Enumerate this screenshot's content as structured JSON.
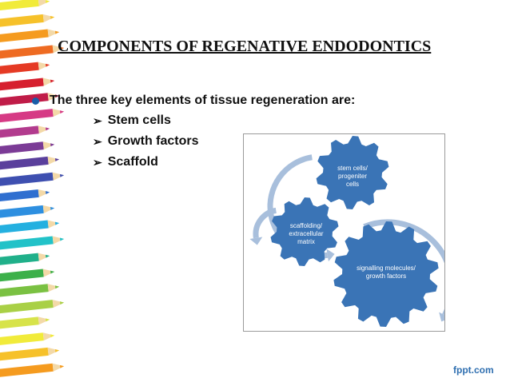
{
  "slide": {
    "title": "COMPONENTS OF REGENATIVE ENDODONTICS",
    "intro": "The three key elements of tissue regeneration are:",
    "items": [
      {
        "label": "Stem  cells"
      },
      {
        "label": "Growth factors"
      },
      {
        "label": "Scaffold"
      }
    ],
    "watermark": "fppt.com"
  },
  "diagram": {
    "gear_color": "#3a74b6",
    "arrow_color": "#a8bfdc",
    "gears": [
      {
        "lines": [
          "stem cells/",
          "progeniter",
          "cells"
        ]
      },
      {
        "lines": [
          "scaffolding/",
          "extracellular",
          "matrix"
        ]
      },
      {
        "lines": [
          "signalling molecules/",
          "growth factors"
        ]
      }
    ]
  },
  "colors": {
    "bullet": "#1a5da8",
    "brand": "#2f6fb0",
    "pencils": [
      "#f1eb3a",
      "#f6c12a",
      "#f59b1f",
      "#ee6b22",
      "#e53a24",
      "#d61f2e",
      "#c01c48",
      "#d63a85",
      "#b23b8e",
      "#7b3b96",
      "#5a3f9c",
      "#3e4fb0",
      "#2f6fd0",
      "#2d8fe0",
      "#24b0e0",
      "#22c2c8",
      "#20b08a",
      "#3cb04a",
      "#7ac142",
      "#a9d046",
      "#d7e34a"
    ]
  }
}
